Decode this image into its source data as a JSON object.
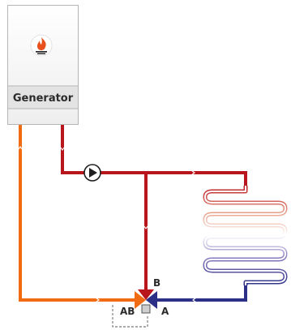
{
  "generator": {
    "label": "Generator",
    "icon": "flame-icon",
    "colors": {
      "body": "#f2f2f2",
      "label_band": "#e3e3e3",
      "border": "#b5b5b5",
      "icon_ring": "#ffffff"
    }
  },
  "valve": {
    "port_b": "B",
    "port_ab": "AB",
    "port_a": "A",
    "colors": {
      "ab_arrow": "#f06b12",
      "b_arrow": "#b8151c",
      "a_arrow": "#2b2f86",
      "actuator": "#cfcfcf"
    }
  },
  "pump": {
    "icon": "pump-icon"
  },
  "pipes": {
    "colors": {
      "supply": "#b8151c",
      "mixed": "#f06b12",
      "return": "#2b2f86"
    }
  },
  "radiant_coil": {
    "icon": "radiant-coil-icon",
    "gradient": [
      "#b8151c",
      "#e8a08a",
      "#ffffff",
      "#8c7cc0",
      "#2b2f86"
    ]
  }
}
